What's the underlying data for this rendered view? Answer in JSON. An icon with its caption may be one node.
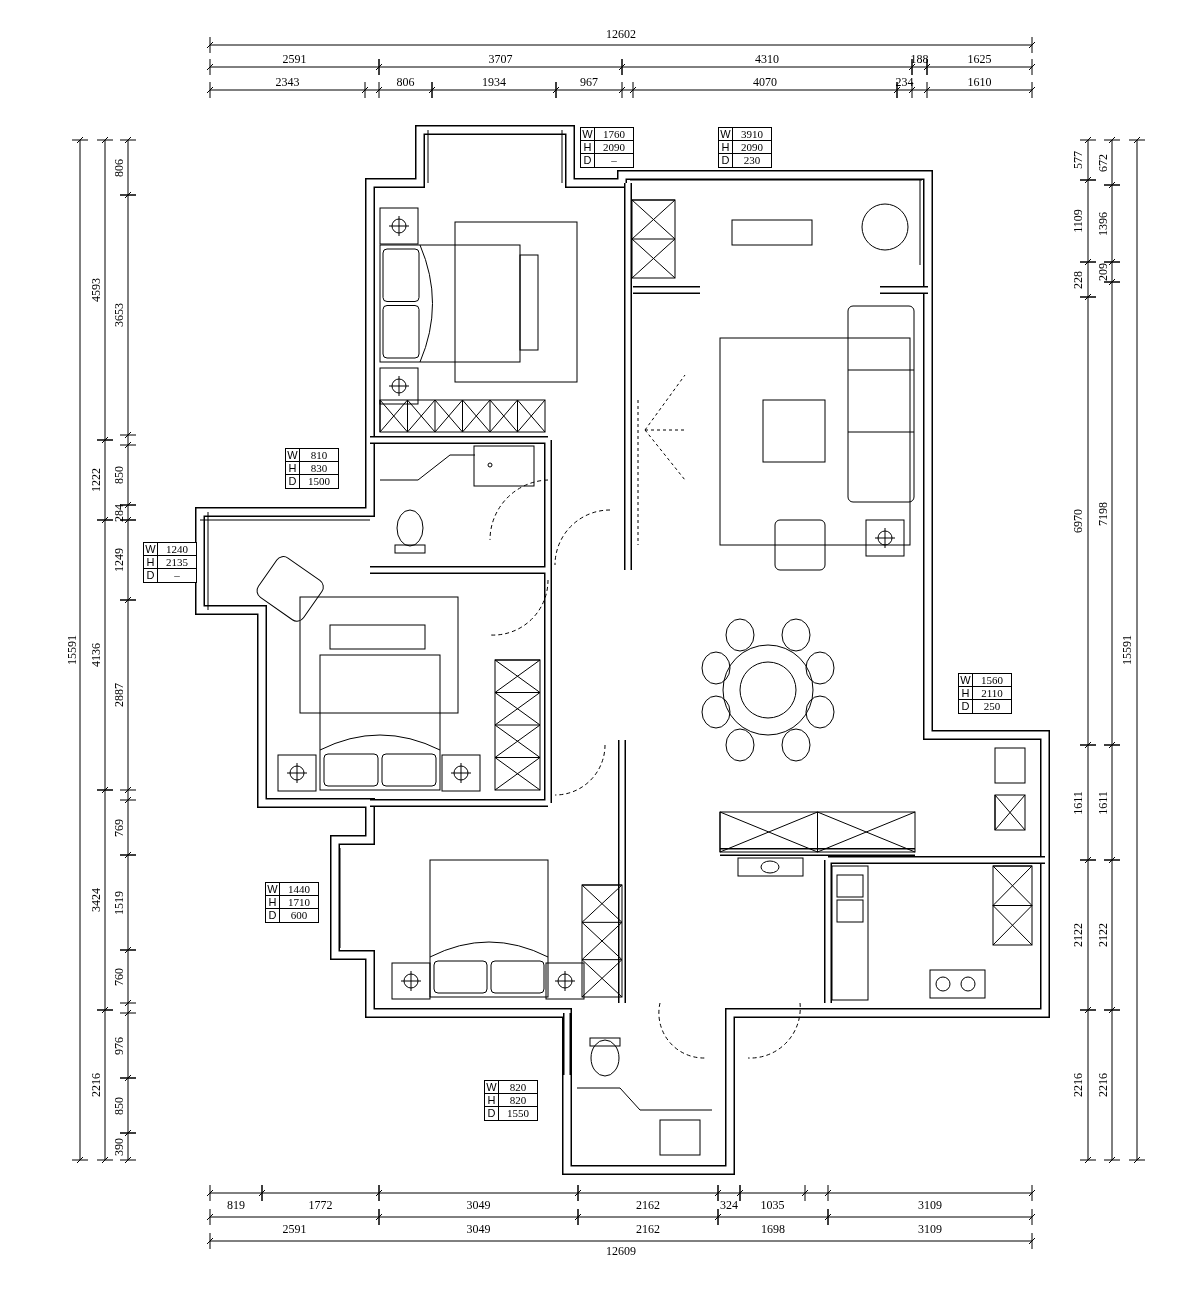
{
  "diagram": {
    "labels": [
      "12602",
      "2591",
      "3707",
      "4310",
      "188",
      "1625",
      "2343",
      "806",
      "1934",
      "967",
      "4070",
      "234",
      "1610",
      "15591",
      "4593",
      "1222",
      "4136",
      "3424",
      "2216",
      "806",
      "3653",
      "850",
      "284",
      "1249",
      "2887",
      "769",
      "1519",
      "760",
      "976",
      "850",
      "390",
      "577",
      "1109",
      "228",
      "6970",
      "1611",
      "2122",
      "2216",
      "672",
      "1396",
      "209",
      "7198",
      "1611",
      "2122",
      "2216",
      "15591",
      "819",
      "1772",
      "3049",
      "2162",
      "324",
      "1035",
      "3109",
      "2591",
      "3049",
      "2162",
      "1698",
      "3109",
      "12609",
      "W",
      "1760",
      "H",
      "2090",
      "D",
      "–",
      "W",
      "3910",
      "H",
      "2090",
      "D",
      "230",
      "W",
      "810",
      "H",
      "830",
      "D",
      "1500",
      "W",
      "1240",
      "H",
      "2135",
      "D",
      "–",
      "W",
      "1560",
      "H",
      "2110",
      "D",
      "250",
      "W",
      "1440",
      "H",
      "1710",
      "D",
      "600",
      "W",
      "820",
      "H",
      "820",
      "D",
      "1550"
    ]
  }
}
